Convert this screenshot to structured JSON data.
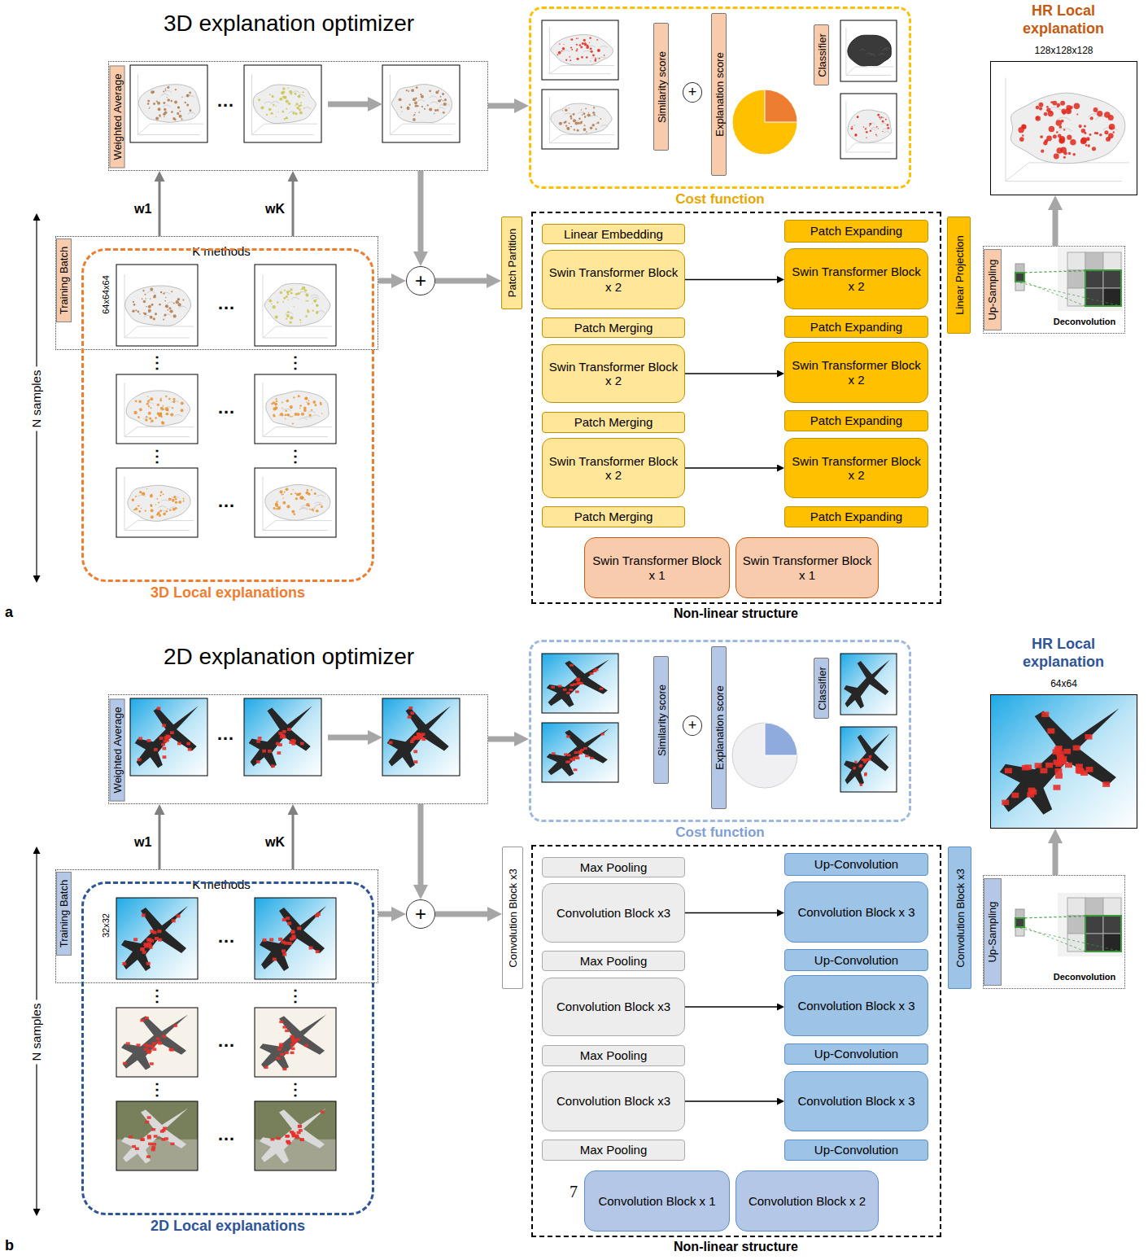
{
  "diagram": {
    "nodes": [
      {
        "text": [
          "Weighted Average"
        ]
      },
      {
        "text": [
          "Cost function"
        ]
      },
      {
        "text": [
          "Similarity score"
        ],
        "in": 1
      },
      {
        "text": [
          "+"
        ],
        "in": 1
      },
      {
        "text": [
          "Explanation score"
        ],
        "in": 1
      },
      {
        "text": [
          "Classifier"
        ],
        "in": 1
      },
      {
        "text": [
          "HR Local explanation",
          "128x128x128"
        ]
      },
      {
        "text": [
          "Training Batch",
          "K methods",
          "64x64x64"
        ]
      },
      {
        "text": [
          "3D Local explanations"
        ]
      },
      {
        "text": [
          "+"
        ]
      },
      {
        "text": [
          "Patch Partition"
        ]
      },
      {
        "text": [
          "Non-linear structure"
        ]
      },
      {
        "text": [
          "Linear Embedding"
        ],
        "in": 11
      },
      {
        "text": [
          "Patch Expanding"
        ],
        "in": 11
      },
      {
        "text": [
          "Swin Transformer Block x 2"
        ],
        "in": 11
      },
      {
        "text": [
          "Swin Transformer Block x 2"
        ],
        "in": 11
      },
      {
        "text": [
          "Patch Merging"
        ],
        "in": 11
      },
      {
        "text": [
          "Patch Expanding"
        ],
        "in": 11
      },
      {
        "text": [
          "Swin Transformer Block x 2"
        ],
        "in": 11
      },
      {
        "text": [
          "Swin Transformer Block x 2"
        ],
        "in": 11
      },
      {
        "text": [
          "Patch Merging"
        ],
        "in": 11
      },
      {
        "text": [
          "Patch Expanding"
        ],
        "in": 11
      },
      {
        "text": [
          "Swin Transformer Block x 2"
        ],
        "in": 11
      },
      {
        "text": [
          "Swin Transformer Block x 2"
        ],
        "in": 11
      },
      {
        "text": [
          "Patch Merging"
        ],
        "in": 11
      },
      {
        "text": [
          "Patch Expanding"
        ],
        "in": 11
      },
      {
        "text": [
          "Swin Transformer Block x 1"
        ],
        "in": 11
      },
      {
        "text": [
          "Swin Transformer Block x 1"
        ],
        "in": 11
      },
      {
        "text": [
          "Linear Projection"
        ]
      },
      {
        "text": [
          "Up-Sampling",
          "Deconvolution"
        ]
      },
      {
        "text": [
          "Weighted Average"
        ]
      },
      {
        "text": [
          "Cost function"
        ]
      },
      {
        "text": [
          "Similarity score"
        ],
        "in": 31
      },
      {
        "text": [
          "+"
        ],
        "in": 31
      },
      {
        "text": [
          "Explanation score"
        ],
        "in": 31
      },
      {
        "text": [
          "Classifier"
        ],
        "in": 31
      },
      {
        "text": [
          "HR Local explanation",
          "64x64"
        ]
      },
      {
        "text": [
          "Training Batch",
          "K methods",
          "32x32"
        ]
      },
      {
        "text": [
          "2D Local explanations"
        ]
      },
      {
        "text": [
          "+"
        ]
      },
      {
        "text": [
          "Convolution Block x3"
        ]
      },
      {
        "text": [
          "Non-linear structure"
        ]
      },
      {
        "text": [
          "Max Pooling"
        ],
        "in": 41
      },
      {
        "text": [
          "Up-Convolution"
        ],
        "in": 41
      },
      {
        "text": [
          "Convolution Block x3"
        ],
        "in": 41
      },
      {
        "text": [
          "Convolution Block x 3"
        ],
        "in": 41
      },
      {
        "text": [
          "Max Pooling"
        ],
        "in": 41
      },
      {
        "text": [
          "Up-Convolution"
        ],
        "in": 41
      },
      {
        "text": [
          "Convolution Block x3"
        ],
        "in": 41
      },
      {
        "text": [
          "Convolution Block x 3"
        ],
        "in": 41
      },
      {
        "text": [
          "Max Pooling"
        ],
        "in": 41
      },
      {
        "text": [
          "Up-Convolution"
        ],
        "in": 41
      },
      {
        "text": [
          "Convolution Block x3"
        ],
        "in": 41
      },
      {
        "text": [
          "Convolution Block x 3"
        ],
        "in": 41
      },
      {
        "text": [
          "Max Pooling"
        ],
        "in": 41
      },
      {
        "text": [
          "Up-Convolution"
        ],
        "in": 41
      },
      {
        "text": [
          "Convolution Block x 1"
        ],
        "in": 41
      },
      {
        "text": [
          "Convolution Block x 2"
        ],
        "in": 41
      },
      {
        "text": [
          "Convolution Block x3"
        ]
      },
      {
        "text": [
          "Up-Sampling",
          "Deconvolution"
        ]
      }
    ],
    "edges": [
      {
        "from": 7,
        "to": 0,
        "label": "w1",
        "arrow": "to"
      },
      {
        "from": 7,
        "to": 0,
        "label": "wK",
        "arrow": "to"
      },
      {
        "from": 0,
        "to": 1,
        "arrow": "to"
      },
      {
        "from": 0,
        "to": 9,
        "arrow": "to"
      },
      {
        "from": 7,
        "to": 9,
        "arrow": "to"
      },
      {
        "from": 9,
        "to": 10,
        "arrow": "to"
      },
      {
        "from": 14,
        "to": 15,
        "arrow": "to"
      },
      {
        "from": 18,
        "to": 19,
        "arrow": "to"
      },
      {
        "from": 22,
        "to": 23,
        "arrow": "to"
      },
      {
        "from": 29,
        "to": 6,
        "arrow": "to"
      },
      {
        "from": 37,
        "to": 30,
        "label": "w1",
        "arrow": "to"
      },
      {
        "from": 37,
        "to": 30,
        "label": "wK",
        "arrow": "to"
      },
      {
        "from": 30,
        "to": 31,
        "arrow": "to"
      },
      {
        "from": 30,
        "to": 39,
        "arrow": "to"
      },
      {
        "from": 37,
        "to": 39,
        "arrow": "to"
      },
      {
        "from": 39,
        "to": 40,
        "arrow": "to"
      },
      {
        "from": 44,
        "to": 45,
        "arrow": "to"
      },
      {
        "from": 48,
        "to": 49,
        "arrow": "to"
      },
      {
        "from": 52,
        "to": 53,
        "arrow": "to"
      },
      {
        "from": 59,
        "to": 36,
        "arrow": "to"
      }
    ],
    "labels": [
      "3D explanation optimizer",
      "…",
      "…",
      "⋮",
      "⋮",
      "…",
      "⋮",
      "⋮",
      "…",
      "N samples",
      "a",
      "2D explanation optimizer",
      "…",
      "…",
      "⋮",
      "⋮",
      "…",
      "⋮",
      "⋮",
      "…",
      "N samples",
      "7",
      "b"
    ]
  }
}
